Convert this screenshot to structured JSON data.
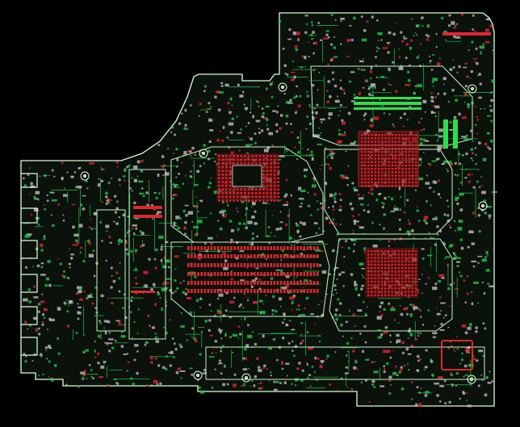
{
  "view": {
    "background": "#000000",
    "outline_color": "#d8ffd8",
    "trace_color": "#22c84a",
    "pad_color": "#e0262f",
    "via_color": "#bfbfbf",
    "highlight_box_color": "#ff2a2a"
  },
  "board": {
    "name": "pcb-layout-view",
    "components": [
      {
        "name": "cpu-bga-footprint",
        "kind": "bga"
      },
      {
        "name": "pch-bga-footprint",
        "kind": "bga"
      },
      {
        "name": "gpu-bga-footprint",
        "kind": "bga"
      },
      {
        "name": "dimm-slot-pads",
        "kind": "connector"
      },
      {
        "name": "io-connector-edge",
        "kind": "connector"
      },
      {
        "name": "highlighted-region",
        "kind": "selection"
      }
    ]
  }
}
